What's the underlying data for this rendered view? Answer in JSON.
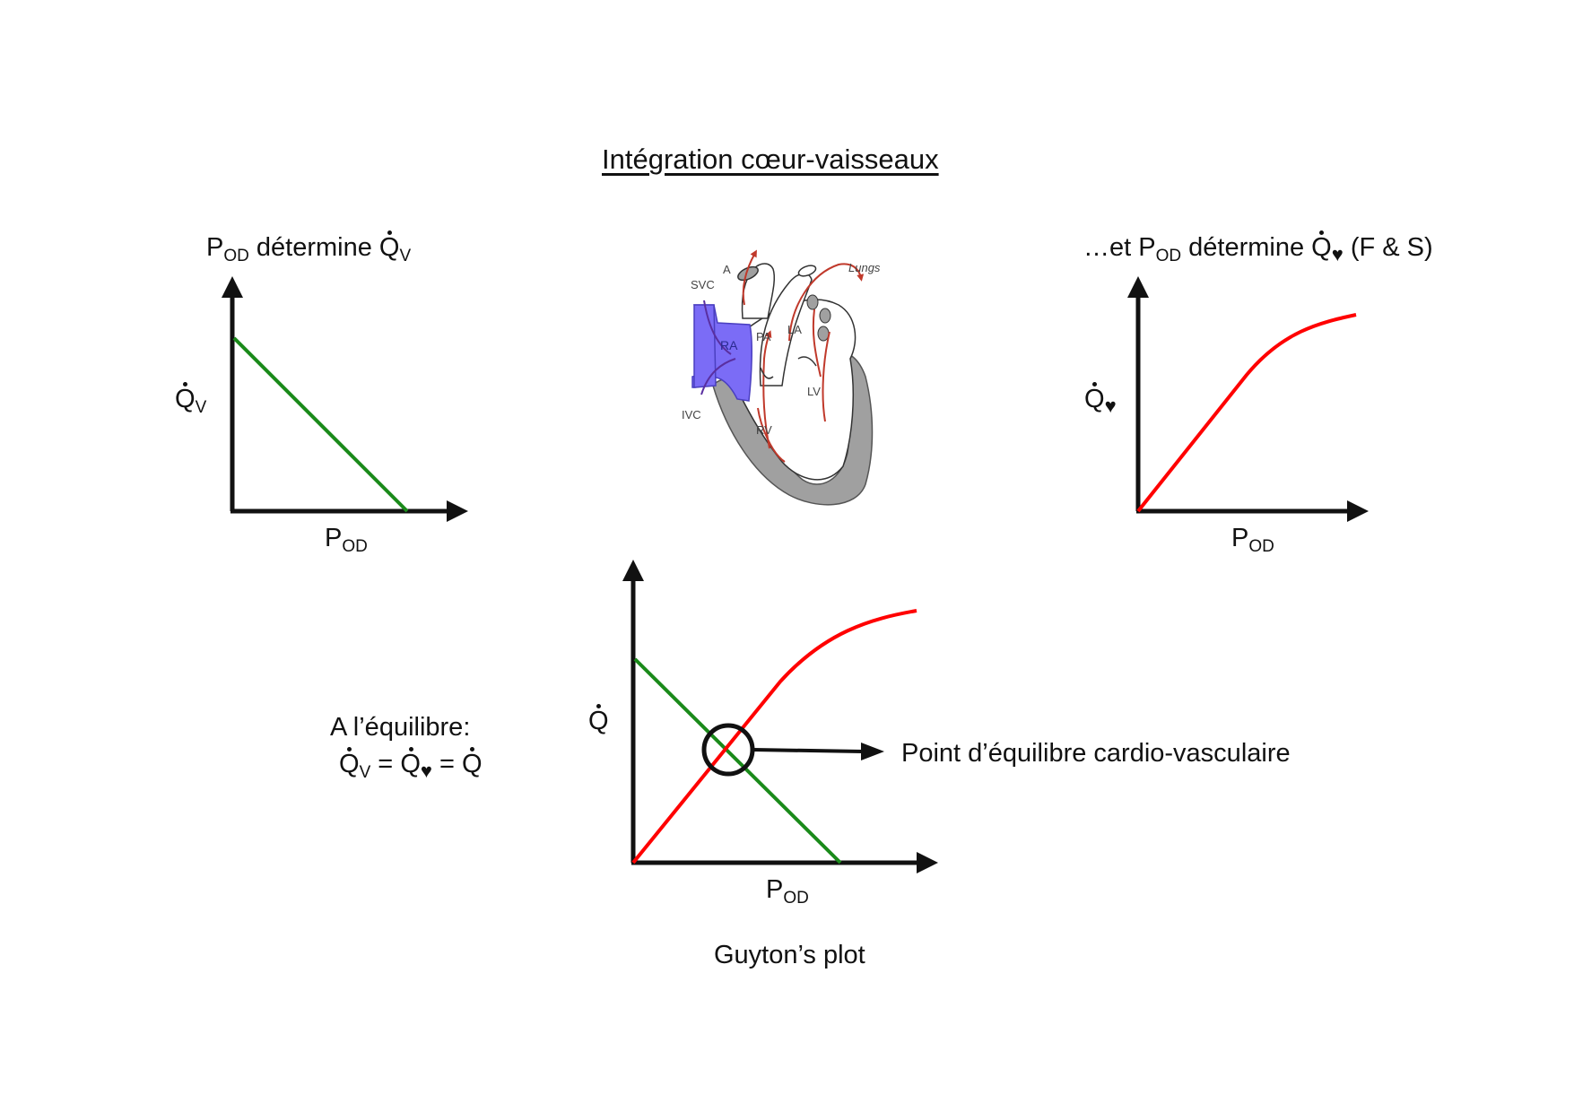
{
  "title": "Intégration cœur-vaisseaux",
  "graph_left": {
    "heading": {
      "p": "P",
      "p_sub": "OD",
      "rest": " détermine ",
      "q": "Q",
      "q_sub": "V"
    },
    "ylabel": {
      "q": "Q",
      "q_sub": "V"
    },
    "xlabel": {
      "p": "P",
      "p_sub": "OD"
    }
  },
  "graph_right": {
    "heading": {
      "prefix": "…et P",
      "p_sub": "OD",
      "rest": " détermine ",
      "q": "Q",
      "q_sub": "♥",
      "suffix": " (F & S)"
    },
    "ylabel": {
      "q": "Q",
      "q_sub": "♥"
    },
    "xlabel": {
      "p": "P",
      "p_sub": "OD"
    }
  },
  "heart": {
    "labels": {
      "a": "A",
      "svc": "SVC",
      "ra": "RA",
      "pa": "PA",
      "la": "LA",
      "lungs": "Lungs",
      "lv": "LV",
      "rv": "RV",
      "ivc": "IVC"
    }
  },
  "guyton": {
    "ylabel": "Q",
    "xlabel": {
      "p": "P",
      "p_sub": "OD"
    },
    "caption": "Guyton’s plot",
    "equilibrium_title": "A l’équilibre:",
    "equilibrium_eq": {
      "q1": "Q",
      "q1_sub": "V",
      "eq1": " = ",
      "q2": "Q",
      "q2_sub": "♥",
      "eq2": " = ",
      "q3": "Q"
    },
    "annotation": "Point d’équilibre cardio-vasculaire"
  },
  "colors": {
    "venous_return": "#1a8a1a",
    "cardiac_function": "#ff0000",
    "right_atrium": "#7b6cf6",
    "vessels": "#c0392b",
    "myocardium": "#a0a0a0"
  },
  "chart_data": [
    {
      "type": "line",
      "series": [
        {
          "color": "#1a8a1a",
          "shape": "linear-decreasing"
        }
      ]
    },
    {
      "type": "line",
      "series": [
        {
          "color": "#ff0000",
          "shape": "linear-then-plateau"
        }
      ]
    },
    {
      "type": "line",
      "series": [
        {
          "color": "#1a8a1a",
          "shape": "linear-decreasing"
        },
        {
          "color": "#ff0000",
          "shape": "linear-then-plateau"
        }
      ],
      "marker": "equilibrium-circle"
    }
  ]
}
